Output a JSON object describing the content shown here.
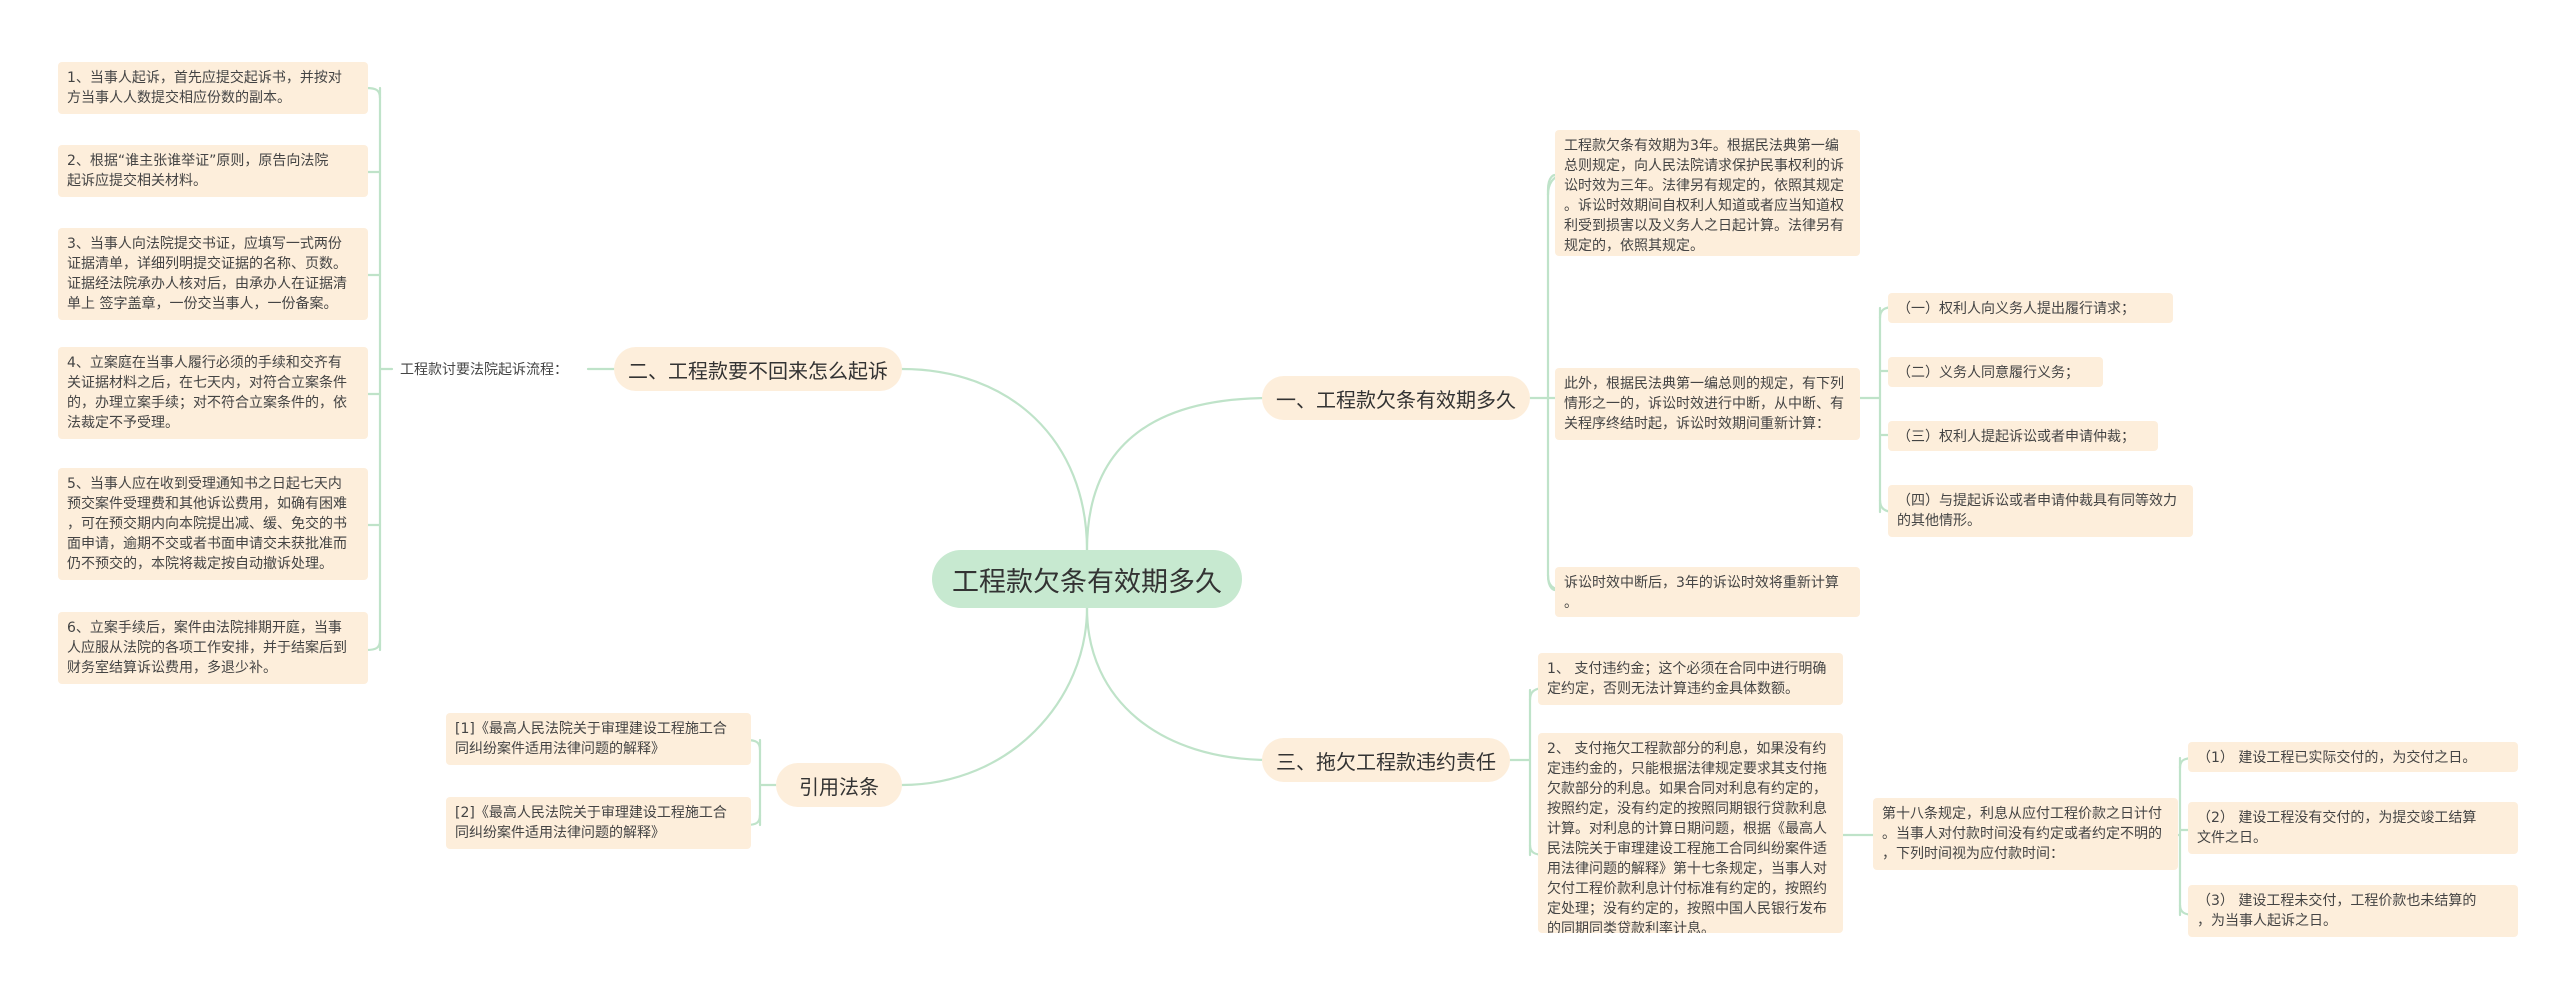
{
  "root": {
    "title": "工程款欠条有效期多久"
  },
  "branches": {
    "b1": "一、工程款欠条有效期多久",
    "b2": "二、工程款要不回来怎么起诉",
    "b3": "三、拖欠工程款违约责任",
    "b4": "引用法条"
  },
  "b1_leaves": {
    "period": "工程款欠条有效期为3年。根据民法典第一编\n总则规定，向人民法院请求保护民事权利的诉\n讼时效为三年。法律另有规定的，依照其规定\n。诉讼时效期间自权利人知道或者应当知道权\n利受到损害以及义务人之日起计算。法律另有\n规定的，依照其规定。",
    "interrupt": "此外，根据民法典第一编总则的规定，有下列\n情形之一的，诉讼时效进行中断，从中断、有\n关程序终结时起，诉讼时效期间重新计算：",
    "items": [
      "（一）权利人向义务人提出履行请求；",
      "（二）义务人同意履行义务；",
      "（三）权利人提起诉讼或者申请仲裁；",
      "（四）与提起诉讼或者申请仲裁具有同等效力\n的其他情形。"
    ],
    "after": "诉讼时效中断后，3年的诉讼时效将重新计算\n。"
  },
  "b2_label": "工程款讨要法院起诉流程：",
  "b2_leaves": [
    "1、当事人起诉，首先应提交起诉书，并按对\n方当事人人数提交相应份数的副本。",
    "2、根据“谁主张谁举证”原则，原告向法院\n起诉应提交相关材料。",
    "3、当事人向法院提交书证，应填写一式两份\n证据清单，详细列明提交证据的名称、页数。\n证据经法院承办人核对后，由承办人在证据清\n单上 签字盖章，一份交当事人，一份备案。",
    "4、立案庭在当事人履行必须的手续和交齐有\n关证据材料之后，在七天内，对符合立案条件\n的，办理立案手续；对不符合立案条件的，依\n法裁定不予受理。",
    "5、当事人应在收到受理通知书之日起七天内\n预交案件受理费和其他诉讼费用，如确有困难\n，可在预交期内向本院提出减、缓、免交的书\n面申请，逾期不交或者书面申请交未获批准而\n仍不预交的，本院将裁定按自动撤诉处理。",
    "6、立案手续后，案件由法院排期开庭，当事\n人应服从法院的各项工作安排，并于结案后到\n财务室结算诉讼费用，多退少补。"
  ],
  "b3_leaves": {
    "penalty": "1、 支付违约金；这个必须在合同中进行明确\n定约定，否则无法计算违约金具体数额。",
    "interest": "2、 支付拖欠工程款部分的利息，如果没有约\n定违约金的，只能根据法律规定要求其支付拖\n欠款部分的利息。如果合同对利息有约定的，\n按照约定，没有约定的按照同期银行贷款利息\n计算。对利息的计算日期问题，根据《最高人\n民法院关于审理建设工程施工合同纠纷案件适\n用法律问题的解释》第十七条规定，当事人对\n欠付工程价款利息计付标准有约定的，按照约\n定处理；没有约定的，按照中国人民银行发布\n的同期同类贷款利率计息。",
    "article18": "第十八条规定，利息从应付工程价款之日计付\n。当事人对付款时间没有约定或者约定不明的\n，下列时间视为应付款时间：",
    "dates": [
      "（1） 建设工程已实际交付的，为交付之日。",
      "（2） 建设工程没有交付的，为提交竣工结算\n文件之日。",
      "（3） 建设工程未交付，工程价款也未结算的\n，为当事人起诉之日。"
    ]
  },
  "b4_leaves": [
    "[1]《最高人民法院关于审理建设工程施工合\n同纠纷案件适用法律问题的解释》",
    "[2]《最高人民法院关于审理建设工程施工合\n同纠纷案件适用法律问题的解释》"
  ],
  "colors": {
    "link": "#bfe3c9",
    "root_fill": "#c7e9d0",
    "node_fill": "#fdeedb"
  }
}
